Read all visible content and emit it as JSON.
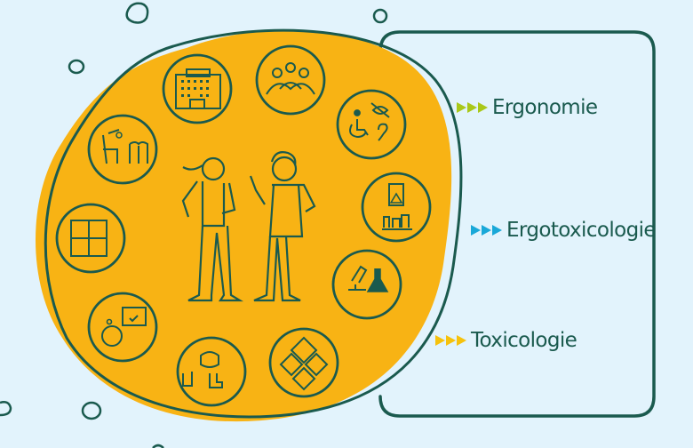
{
  "colors": {
    "background": "#e2f3fc",
    "blob_fill": "#f8b314",
    "outline": "#1a5a4e",
    "ergonomie_arrow": "#a9c819",
    "ergotoxicologie_arrow": "#19a8d8",
    "toxicologie_arrow": "#f6c20c"
  },
  "labels": [
    {
      "text": "Ergonomie",
      "arrow_color": "#a9c819"
    },
    {
      "text": "Ergotoxicologie",
      "arrow_color": "#19a8d8"
    },
    {
      "text": "Toxicologie",
      "arrow_color": "#f6c20c"
    }
  ],
  "center_illustration": "two-people-talking-icon",
  "ring_icons": [
    {
      "name": "office-building-icon"
    },
    {
      "name": "group-of-people-icon"
    },
    {
      "name": "disability-icon"
    },
    {
      "name": "chemical-products-icon"
    },
    {
      "name": "laboratory-icon"
    },
    {
      "name": "hazard-pictograms-icon"
    },
    {
      "name": "protective-equipment-icon"
    },
    {
      "name": "stopwatch-calendar-icon"
    },
    {
      "name": "puzzle-icon"
    },
    {
      "name": "posture-spine-icon"
    }
  ]
}
